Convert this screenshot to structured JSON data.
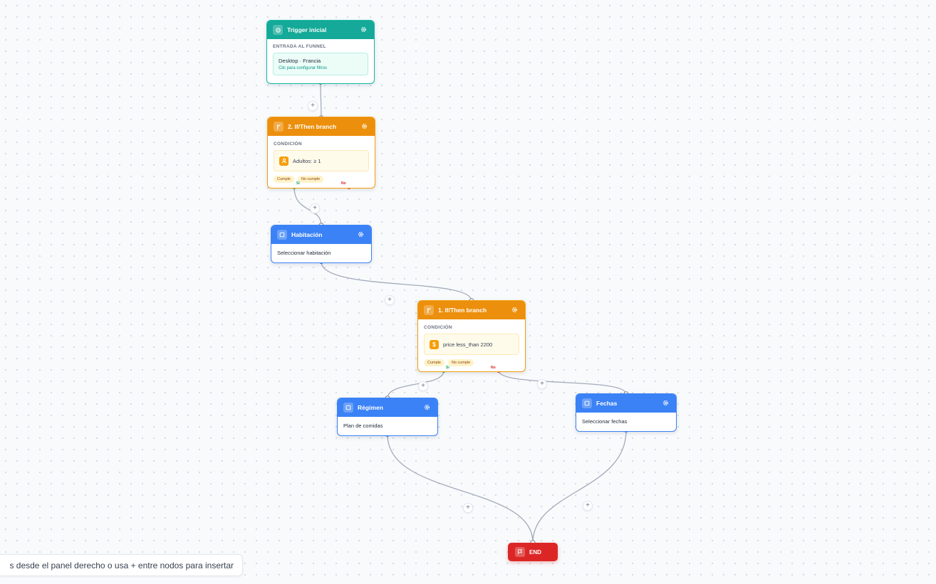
{
  "nodes": {
    "trigger": {
      "title": "Trigger inicial",
      "section_label": "ENTRADA AL FUNNEL",
      "value": "Desktop · Francia",
      "hint": "Clic para configurar filtros"
    },
    "branch2": {
      "title": "2. If/Then branch",
      "section_label": "CONDICIÓN",
      "condition": "Adultos: ≥ 1",
      "pill_yes": "Cumple",
      "pill_no": "No cumple",
      "out_yes": "Sí",
      "out_no": "No"
    },
    "habitacion": {
      "title": "Habitación",
      "description": "Seleccionar habitación"
    },
    "branch1": {
      "title": "1. If/Then branch",
      "section_label": "CONDICIÓN",
      "condition_icon": "$",
      "condition": "price less_than 2200",
      "pill_yes": "Cumple",
      "pill_no": "No cumple",
      "out_yes": "Sí",
      "out_no": "No"
    },
    "regimen": {
      "title": "Régimen",
      "description": "Plan de comidas"
    },
    "fechas": {
      "title": "Fechas",
      "description": "Seleccionar fechas"
    },
    "end": {
      "title": "END"
    }
  },
  "hint_bar": {
    "text": "s desde el panel derecho o usa + entre nodos para insertar"
  },
  "colors": {
    "trigger": "#14a998",
    "branch": "#ec8f0c",
    "step": "#3b82f6",
    "end": "#dc2626",
    "yes_handle": "#22c55e",
    "no_handle": "#ef4444"
  }
}
